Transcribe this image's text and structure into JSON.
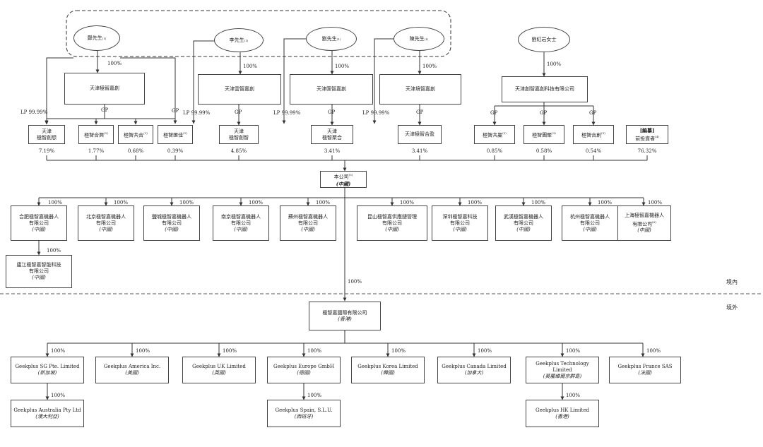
{
  "founders": [
    {
      "name": "鄭先生",
      "mark": "(1)"
    },
    {
      "name": "李先生",
      "mark": "(1)"
    },
    {
      "name": "劉先生",
      "mark": "(1)"
    },
    {
      "name": "陳先生",
      "mark": "(1)"
    }
  ],
  "liu_lady": "劉紅岩女士",
  "gp_entities": {
    "zheng": "天津極智嘉創",
    "li": "天津雲智嘉創",
    "liu": "天津匯智嘉創",
    "chen": "天津境智嘉創",
    "liu_lady": "天津創智嘉創科技有限公司"
  },
  "holders": [
    {
      "line1": "天津",
      "line2": "極智創想",
      "pct": "7.19%"
    },
    {
      "line1": "極智合興",
      "mark": "(2)",
      "pct": "1.77%"
    },
    {
      "line1": "極智共合",
      "mark": "(2)",
      "pct": "0.68%"
    },
    {
      "line1": "極智匯佳",
      "mark": "(2)",
      "pct": "0.39%"
    },
    {
      "line1": "天津",
      "line2": "極智創智",
      "pct": "4.85%"
    },
    {
      "line1": "天津",
      "line2": "極智聚合",
      "pct": "3.41%"
    },
    {
      "line1": "天津極智合盈",
      "pct": "3.41%"
    },
    {
      "line1": "極智共贏",
      "mark": "(3)",
      "pct": "0.85%"
    },
    {
      "line1": "極智團聚",
      "mark": "(3)",
      "pct": "0.58%"
    },
    {
      "line1": "極智合創",
      "mark": "(3)",
      "pct": "0.54%"
    },
    {
      "line1": "[編纂]",
      "line2": "前投資者",
      "mark": "(4)",
      "pct": "76.32%"
    }
  ],
  "labels": {
    "pct100": "100%",
    "gp": "GP",
    "lp": "LP 99.99%"
  },
  "company": {
    "name": "本公司",
    "mark": "(5)",
    "region": "(中國)"
  },
  "domestic_subs": [
    {
      "name1": "合肥極智嘉機器人",
      "name2": "有限公司",
      "region": "(中國)"
    },
    {
      "name1": "北京極智嘉機器人",
      "name2": "有限公司",
      "region": "(中國)"
    },
    {
      "name1": "鹽城極智嘉機器人",
      "name2": "有限公司",
      "region": "(中國)"
    },
    {
      "name1": "南京極智嘉機器人",
      "name2": "有限公司",
      "region": "(中國)"
    },
    {
      "name1": "蘇州極智嘉機器人",
      "name2": "有限公司",
      "region": "(中國)"
    },
    {
      "name1": "昆山極智嘉供應鏈管理",
      "name2": "有限公司",
      "region": "(中國)"
    },
    {
      "name1": "深圳極智嘉科技",
      "name2": "有限公司",
      "region": "(中國)"
    },
    {
      "name1": "武漢極智嘉機器人",
      "name2": "有限公司",
      "region": "(中國)"
    },
    {
      "name1": "杭州極智嘉機器人",
      "name2": "有限公司",
      "region": "(中國)"
    },
    {
      "name1": "上海極智嘉機器人",
      "name2": "有限公司",
      "mark": "(6)",
      "region": "(中國)"
    }
  ],
  "hefei_sub": {
    "name1": "廬江極智嘉智能科技",
    "name2": "有限公司",
    "region": "(中國)"
  },
  "regions": {
    "domestic": "境內",
    "overseas": "境外"
  },
  "hk_parent": {
    "name": "極智嘉國際有限公司",
    "region": "(香港)"
  },
  "overseas_subs": [
    {
      "name": "Geekplus SG Pte. Limited",
      "region": "(新加坡)"
    },
    {
      "name": "Geekplus America Inc.",
      "region": "(美國)"
    },
    {
      "name": "Geekplus UK Limited",
      "region": "(英國)"
    },
    {
      "name": "Geekplus Europe GmbH",
      "region": "(德國)"
    },
    {
      "name": "Geekplus Korea Limited",
      "region": "(韓國)"
    },
    {
      "name": "Geekplus Canada Limited",
      "region": "(加拿大)"
    },
    {
      "name": "Geekplus Technology Limited",
      "region": "(英屬維爾京群島)"
    },
    {
      "name": "Geekplus France SAS",
      "region": "(法國)"
    }
  ],
  "overseas_sub2": [
    {
      "name": "Geekplus Australia Pty Ltd",
      "region": "(澳大利亞)"
    },
    {
      "name": "Geekplus Spain, S.L.U.",
      "region": "(西班牙)"
    },
    {
      "name": "Geekplus HK Limited",
      "region": "(香港)"
    }
  ]
}
